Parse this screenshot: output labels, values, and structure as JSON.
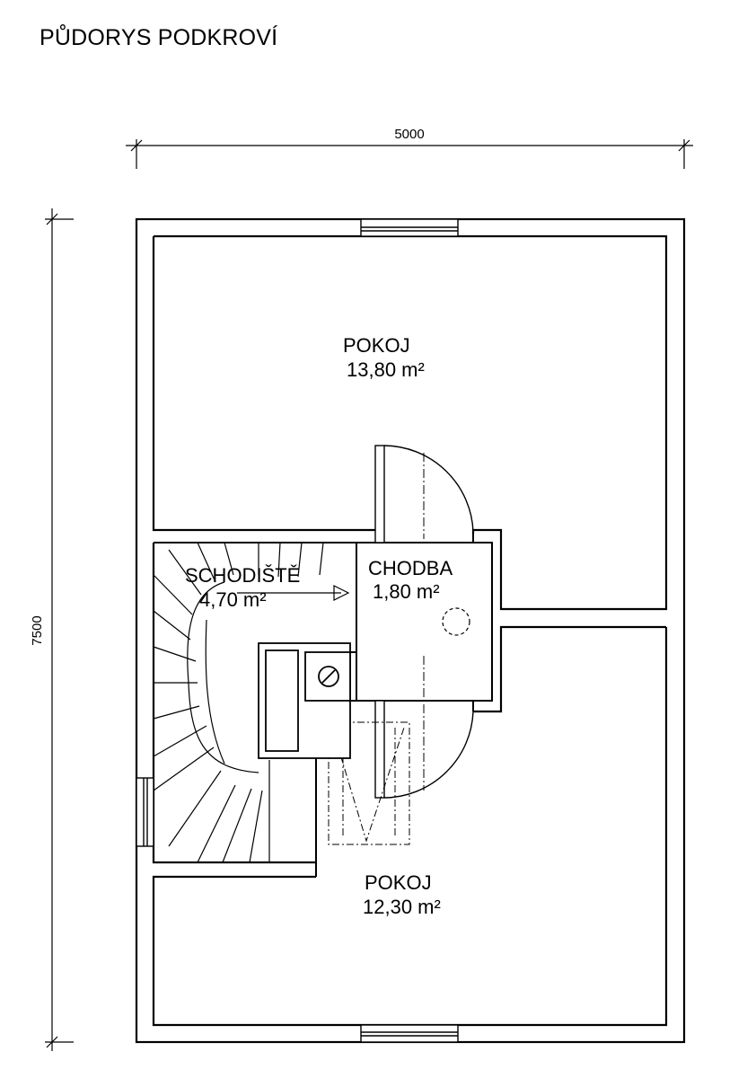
{
  "title": "PŮDORYS PODKROVÍ",
  "dimensions": {
    "width": "5000",
    "height": "7500"
  },
  "rooms": {
    "pokoj_top": {
      "name": "POKOJ",
      "area": "13,80 m²"
    },
    "schodiste": {
      "name": "SCHODIŠTĚ",
      "area": "4,70 m²"
    },
    "chodba": {
      "name": "CHODBA",
      "area": "1,80 m²"
    },
    "pokoj_bottom": {
      "name": "POKOJ",
      "area": "12,30 m²"
    }
  }
}
